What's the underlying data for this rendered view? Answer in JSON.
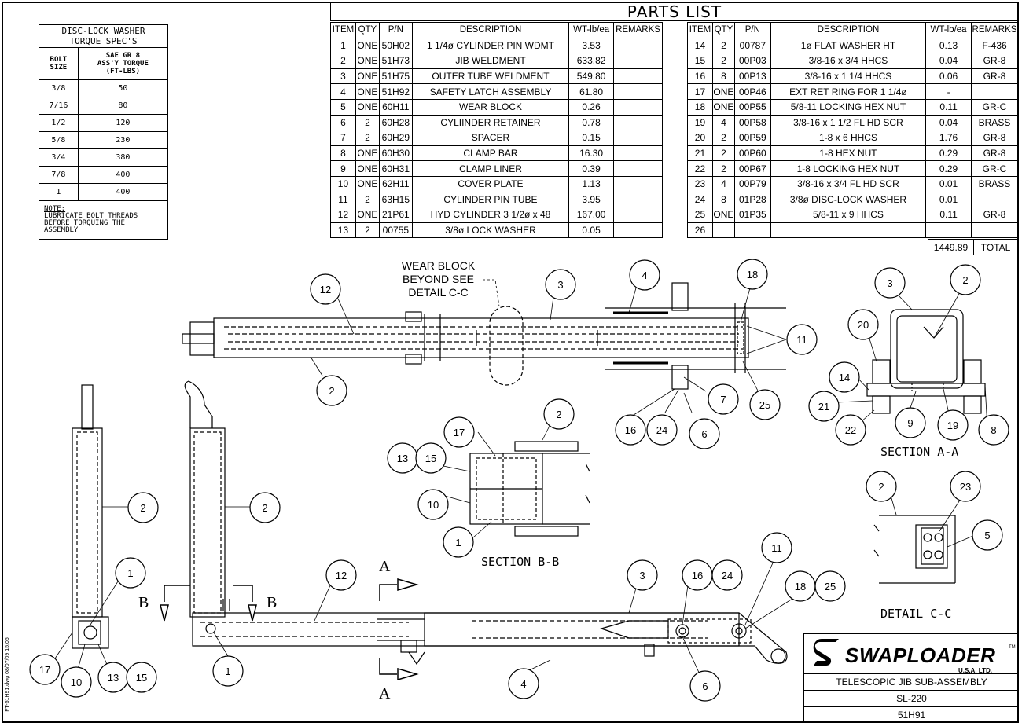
{
  "torque_table": {
    "title_line1": "DISC-LOCK WASHER",
    "title_line2": "TORQUE SPEC'S",
    "col1_line1": "BOLT",
    "col1_line2": "SIZE",
    "col2_line1": "SAE GR 8",
    "col2_line2": "ASS'Y TORQUE",
    "col2_line3": "(FT-LBS)",
    "rows": [
      {
        "size": "3/8",
        "torque": "50"
      },
      {
        "size": "7/16",
        "torque": "80"
      },
      {
        "size": "1/2",
        "torque": "120"
      },
      {
        "size": "5/8",
        "torque": "230"
      },
      {
        "size": "3/4",
        "torque": "380"
      },
      {
        "size": "7/8",
        "torque": "400"
      },
      {
        "size": "1",
        "torque": "400"
      }
    ],
    "note_heading": "NOTE:",
    "note_text": "LUBRICATE BOLT THREADS BEFORE TORQUING THE ASSEMBLY"
  },
  "parts_list": {
    "title": "PARTS LIST",
    "headers": {
      "item": "ITEM",
      "qty": "QTY",
      "pn": "P/N",
      "description": "DESCRIPTION",
      "wt": "WT-lb/ea",
      "remarks": "REMARKS"
    },
    "left": [
      {
        "item": "1",
        "qty": "ONE",
        "pn": "50H02",
        "desc": "1 1/4ø CYLINDER PIN WDMT",
        "wt": "3.53",
        "remarks": ""
      },
      {
        "item": "2",
        "qty": "ONE",
        "pn": "51H73",
        "desc": "JIB WELDMENT",
        "wt": "633.82",
        "remarks": ""
      },
      {
        "item": "3",
        "qty": "ONE",
        "pn": "51H75",
        "desc": "OUTER TUBE WELDMENT",
        "wt": "549.80",
        "remarks": ""
      },
      {
        "item": "4",
        "qty": "ONE",
        "pn": "51H92",
        "desc": "SAFETY LATCH ASSEMBLY",
        "wt": "61.80",
        "remarks": ""
      },
      {
        "item": "5",
        "qty": "ONE",
        "pn": "60H11",
        "desc": "WEAR BLOCK",
        "wt": "0.26",
        "remarks": ""
      },
      {
        "item": "6",
        "qty": "2",
        "pn": "60H28",
        "desc": "CYLIINDER RETAINER",
        "wt": "0.78",
        "remarks": ""
      },
      {
        "item": "7",
        "qty": "2",
        "pn": "60H29",
        "desc": "SPACER",
        "wt": "0.15",
        "remarks": ""
      },
      {
        "item": "8",
        "qty": "ONE",
        "pn": "60H30",
        "desc": "CLAMP BAR",
        "wt": "16.30",
        "remarks": ""
      },
      {
        "item": "9",
        "qty": "ONE",
        "pn": "60H31",
        "desc": "CLAMP LINER",
        "wt": "0.39",
        "remarks": ""
      },
      {
        "item": "10",
        "qty": "ONE",
        "pn": "62H11",
        "desc": "COVER PLATE",
        "wt": "1.13",
        "remarks": ""
      },
      {
        "item": "11",
        "qty": "2",
        "pn": "63H15",
        "desc": "CYLINDER PIN TUBE",
        "wt": "3.95",
        "remarks": ""
      },
      {
        "item": "12",
        "qty": "ONE",
        "pn": "21P61",
        "desc": "HYD CYLINDER 3 1/2ø x 48",
        "wt": "167.00",
        "remarks": ""
      },
      {
        "item": "13",
        "qty": "2",
        "pn": "00755",
        "desc": "3/8ø LOCK WASHER",
        "wt": "0.05",
        "remarks": ""
      }
    ],
    "right": [
      {
        "item": "14",
        "qty": "2",
        "pn": "00787",
        "desc": "1ø FLAT WASHER HT",
        "wt": "0.13",
        "remarks": "F-436"
      },
      {
        "item": "15",
        "qty": "2",
        "pn": "00P03",
        "desc": "3/8-16 x 3/4 HHCS",
        "wt": "0.04",
        "remarks": "GR-8"
      },
      {
        "item": "16",
        "qty": "8",
        "pn": "00P13",
        "desc": "3/8-16 x 1 1/4 HHCS",
        "wt": "0.06",
        "remarks": "GR-8"
      },
      {
        "item": "17",
        "qty": "ONE",
        "pn": "00P46",
        "desc": "EXT RET RING FOR 1 1/4ø",
        "wt": "-",
        "remarks": ""
      },
      {
        "item": "18",
        "qty": "ONE",
        "pn": "00P55",
        "desc": "5/8-11 LOCKING HEX NUT",
        "wt": "0.11",
        "remarks": "GR-C"
      },
      {
        "item": "19",
        "qty": "4",
        "pn": "00P58",
        "desc": "3/8-16 x 1 1/2 FL HD SCR",
        "wt": "0.04",
        "remarks": "BRASS"
      },
      {
        "item": "20",
        "qty": "2",
        "pn": "00P59",
        "desc": "1-8 x 6 HHCS",
        "wt": "1.76",
        "remarks": "GR-8"
      },
      {
        "item": "21",
        "qty": "2",
        "pn": "00P60",
        "desc": "1-8 HEX NUT",
        "wt": "0.29",
        "remarks": "GR-8"
      },
      {
        "item": "22",
        "qty": "2",
        "pn": "00P67",
        "desc": "1-8 LOCKING HEX NUT",
        "wt": "0.29",
        "remarks": "GR-C"
      },
      {
        "item": "23",
        "qty": "4",
        "pn": "00P79",
        "desc": "3/8-16 x 3/4 FL HD SCR",
        "wt": "0.01",
        "remarks": "BRASS"
      },
      {
        "item": "24",
        "qty": "8",
        "pn": "01P28",
        "desc": "3/8ø DISC-LOCK WASHER",
        "wt": "0.01",
        "remarks": ""
      },
      {
        "item": "25",
        "qty": "ONE",
        "pn": "01P35",
        "desc": "5/8-11 x 9 HHCS",
        "wt": "0.11",
        "remarks": "GR-8"
      },
      {
        "item": "26",
        "qty": "",
        "pn": "",
        "desc": "",
        "wt": "",
        "remarks": ""
      }
    ],
    "total_weight": "1449.89",
    "total_label": "TOTAL"
  },
  "drawing": {
    "wear_block_note_line1": "WEAR BLOCK",
    "wear_block_note_line2": "BEYOND SEE",
    "wear_block_note_line3": "DETAIL C-C",
    "section_aa": "SECTION A-A",
    "section_bb": "SECTION B-B",
    "detail_cc": "DETAIL C-C",
    "cut_a": "A",
    "cut_b": "B",
    "balloons": {
      "top_12": "12",
      "top_3": "3",
      "top_4": "4",
      "top_18": "18",
      "top_11": "11",
      "top_2": "2",
      "top_7": "7",
      "top_25": "25",
      "top_16": "16",
      "top_24": "24",
      "top_6": "6",
      "aa_3": "3",
      "aa_2": "2",
      "aa_20": "20",
      "aa_14": "14",
      "aa_21": "21",
      "aa_22": "22",
      "aa_9": "9",
      "aa_19": "19",
      "aa_8": "8",
      "bb_2": "2",
      "bb_17": "17",
      "bb_13": "13",
      "bb_15": "15",
      "bb_10": "10",
      "bb_1": "1",
      "cc_2": "2",
      "cc_23": "23",
      "cc_5": "5",
      "l_2": "2",
      "l_1": "1",
      "l_17": "17",
      "l_10": "10",
      "l_13": "13",
      "l_15": "15",
      "m_2": "2",
      "b_12": "12",
      "b_1": "1",
      "b_3": "3",
      "b_4": "4",
      "b_16": "16",
      "b_24": "24",
      "b_11": "11",
      "b_18": "18",
      "b_25": "25",
      "b_6": "6"
    }
  },
  "title_block": {
    "company": "SWAPLOADER",
    "company_sub": "U.S.A.  LTD.",
    "trademark": "TM",
    "title": "TELESCOPIC JIB SUB-ASSEMBLY",
    "model": "SL-220",
    "drawing_no": "51H91"
  },
  "side_stamp": "FT-51H91.dwg  08/07/09  15:05"
}
